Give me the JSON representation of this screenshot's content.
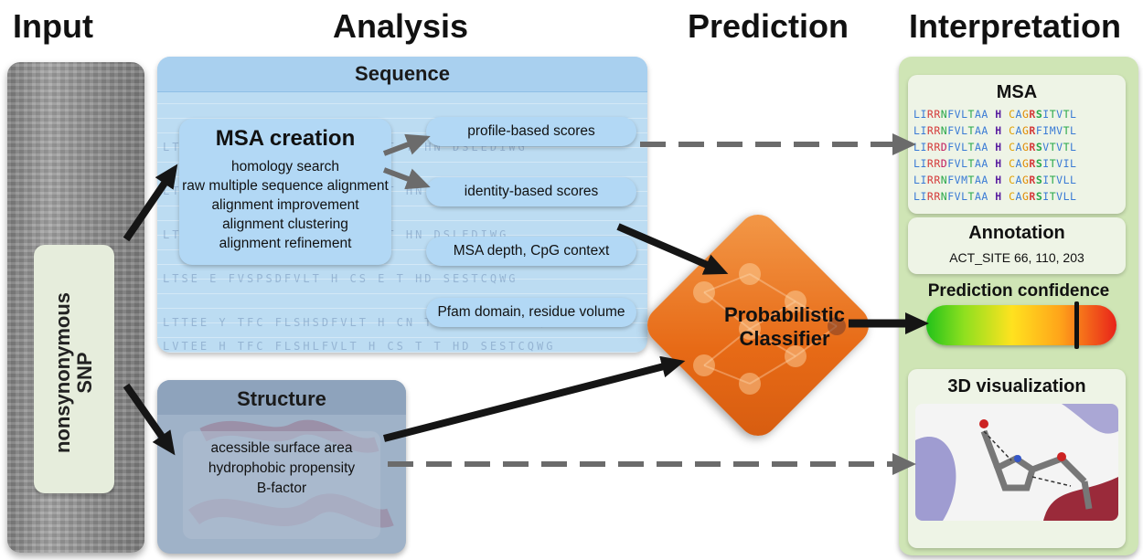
{
  "columns": {
    "input": "Input",
    "analysis": "Analysis",
    "prediction": "Prediction",
    "interpretation": "Interpretation"
  },
  "input": {
    "snp_label": "nonsynonymous\nSNP"
  },
  "sequence": {
    "title": "Sequence",
    "msa_creation": {
      "title": "MSA creation",
      "items": [
        "homology search",
        "raw multiple sequence alignment",
        "alignment improvement",
        "alignment clustering",
        "alignment refinement"
      ]
    },
    "scores": [
      "profile-based scores",
      "identity-based scores",
      "MSA depth, CpG context",
      "Pfam domain, residue volume"
    ]
  },
  "structure": {
    "title": "Structure",
    "items": [
      "acessible surface area",
      "hydrophobic propensity",
      "B-factor"
    ]
  },
  "classifier": {
    "label": "Probabilistic\nClassifier"
  },
  "interpretation": {
    "msa": {
      "title": "MSA",
      "lines": [
        [
          "LIRRNFVLTAA",
          "H",
          "CAGRSITVTL"
        ],
        [
          "LIRRNFVLTAA",
          "H",
          "CAGRFIMVTL"
        ],
        [
          "LIRRDFVLTAA",
          "H",
          "CAGRSVTVTL"
        ],
        [
          "LIRRDFVLTAA",
          "H",
          "CAGRSITVIL"
        ],
        [
          "LIRRNFVMTAA",
          "H",
          "CAGRSITVLL"
        ],
        [
          "LIRRNFVLTAA",
          "H",
          "CAGRSITVLL"
        ]
      ]
    },
    "annotation": {
      "title": "Annotation",
      "text": "ACT_SITE  66, 110, 203"
    },
    "confidence": {
      "title": "Prediction confidence",
      "level": 0.78
    },
    "visualization": {
      "title": "3D visualization"
    }
  },
  "colors": {
    "sequence_panel": "#bcdcf2",
    "structure_panel": "#9fb2c8",
    "classifier": "#e76a16",
    "interpretation_panel": "#cfe5b5",
    "arrow_solid": "#151515",
    "arrow_dashed": "#6b6b6b"
  }
}
